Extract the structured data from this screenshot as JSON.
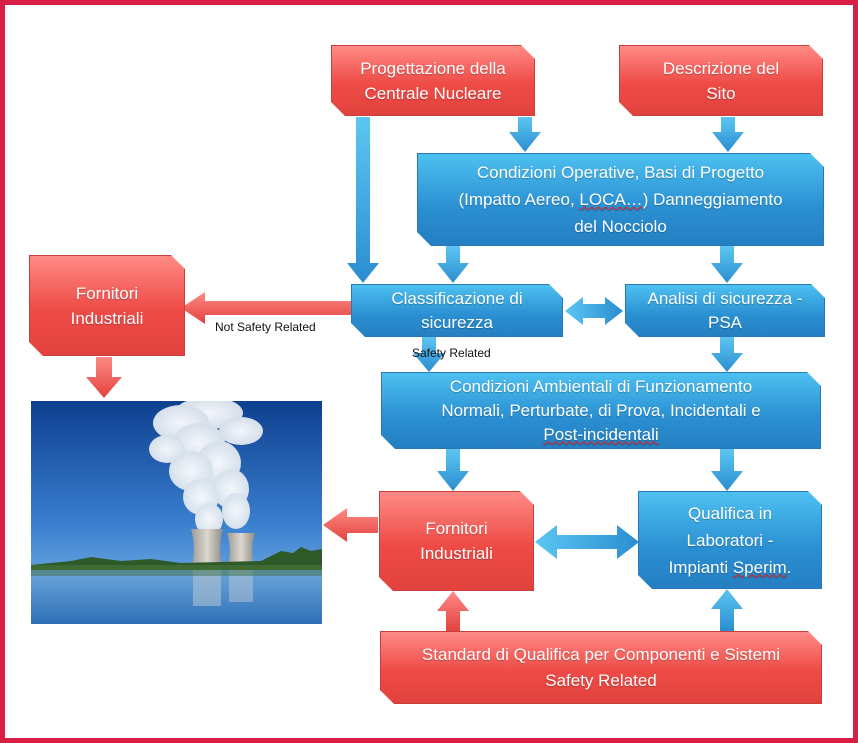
{
  "nodes": {
    "progettazione": {
      "lines": [
        "Progettazione della",
        "Centrale Nucleare"
      ]
    },
    "descrizione": {
      "lines": [
        "Descrizione del",
        "Sito"
      ]
    },
    "condizioni_operative": {
      "lines": [
        "Condizioni Operative, Basi di Progetto",
        "(Impatto Aereo, ",
        "LOCA…",
        ")  Danneggiamento",
        "del Nocciolo"
      ]
    },
    "fornitori_top": {
      "lines": [
        "Fornitori",
        "Industriali"
      ]
    },
    "classificazione": {
      "lines": [
        "Classificazione di",
        "sicurezza"
      ]
    },
    "analisi": {
      "lines": [
        "Analisi di sicurezza -",
        "PSA"
      ]
    },
    "condizioni_ambientali": {
      "lines": [
        "Condizioni Ambientali di Funzionamento",
        "Normali, Perturbate, di Prova, Incidentali e",
        "Post-incidentali"
      ]
    },
    "fornitori_mid": {
      "lines": [
        "Fornitori",
        "Industriali"
      ]
    },
    "qualifica": {
      "lines": [
        "Qualifica in",
        "Laboratori -",
        "Impianti ",
        "Sperim",
        "."
      ]
    },
    "standard": {
      "lines": [
        "Standard di Qualifica per Componenti e Sistemi",
        "Safety Related"
      ]
    }
  },
  "edge_labels": {
    "not_safety": "Not Safety Related",
    "safety": "Safety Related"
  },
  "colors": {
    "frame": "#d81e44",
    "red_box": "#ee4b46",
    "blue_box": "#2a8fd2",
    "red_arrow": "#ec5a55",
    "blue_arrow": "#3aa3e0"
  },
  "image": {
    "icon": "nuclear-plant-cooling-towers-photo"
  }
}
